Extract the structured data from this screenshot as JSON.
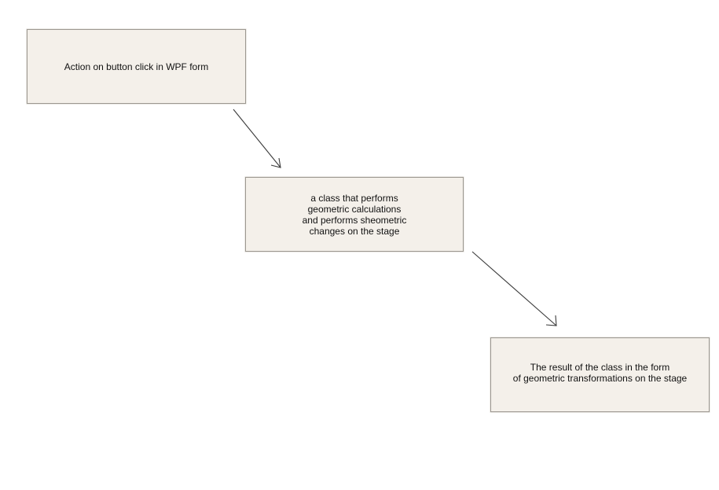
{
  "diagram": {
    "nodes": [
      {
        "lines": [
          "Action on button click in WPF form"
        ]
      },
      {
        "lines": [
          "a class that performs",
          "geometric calculations",
          "and performs sheometric",
          "changes on the stage"
        ]
      },
      {
        "lines": [
          "The result of the class in the form",
          "of geometric transformations on the stage"
        ]
      }
    ],
    "edges": [
      {
        "from": 0,
        "to": 1
      },
      {
        "from": 1,
        "to": 2
      }
    ]
  }
}
